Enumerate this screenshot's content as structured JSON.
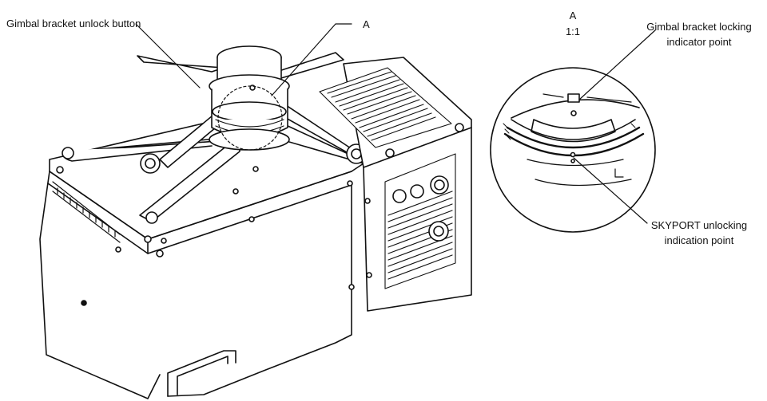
{
  "labels": {
    "gimbal_unlock_button": "Gimbal bracket unlock button",
    "detail_marker": "A",
    "detail_title": "A",
    "detail_scale": "1:1",
    "locking_indicator_line1": "Gimbal bracket locking",
    "locking_indicator_line2": "indicator point",
    "skyport_unlocking_line1": "SKYPORT unlocking",
    "skyport_unlocking_line2": "indication point"
  },
  "colors": {
    "line": "#111111",
    "background": "#ffffff"
  }
}
